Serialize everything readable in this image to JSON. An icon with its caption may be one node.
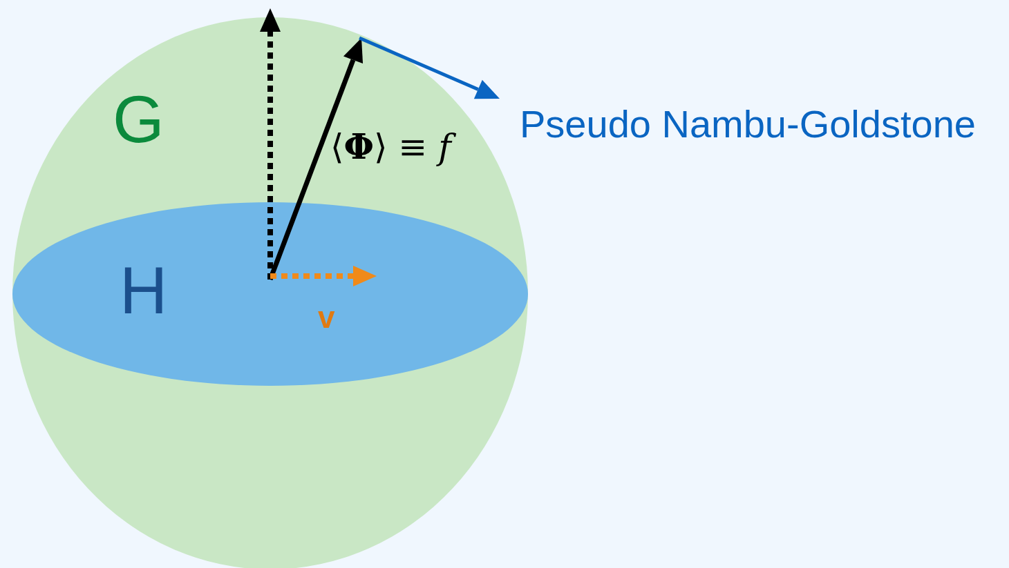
{
  "diagram": {
    "nodes": [
      {
        "text": [
          "G"
        ]
      },
      {
        "text": [
          "H"
        ],
        "in": 0
      }
    ],
    "edges": [],
    "labels": [
      "⟨**Φ**⟩ ≡ *f*",
      "v",
      "Pseudo Nambu-Goldstone"
    ]
  }
}
